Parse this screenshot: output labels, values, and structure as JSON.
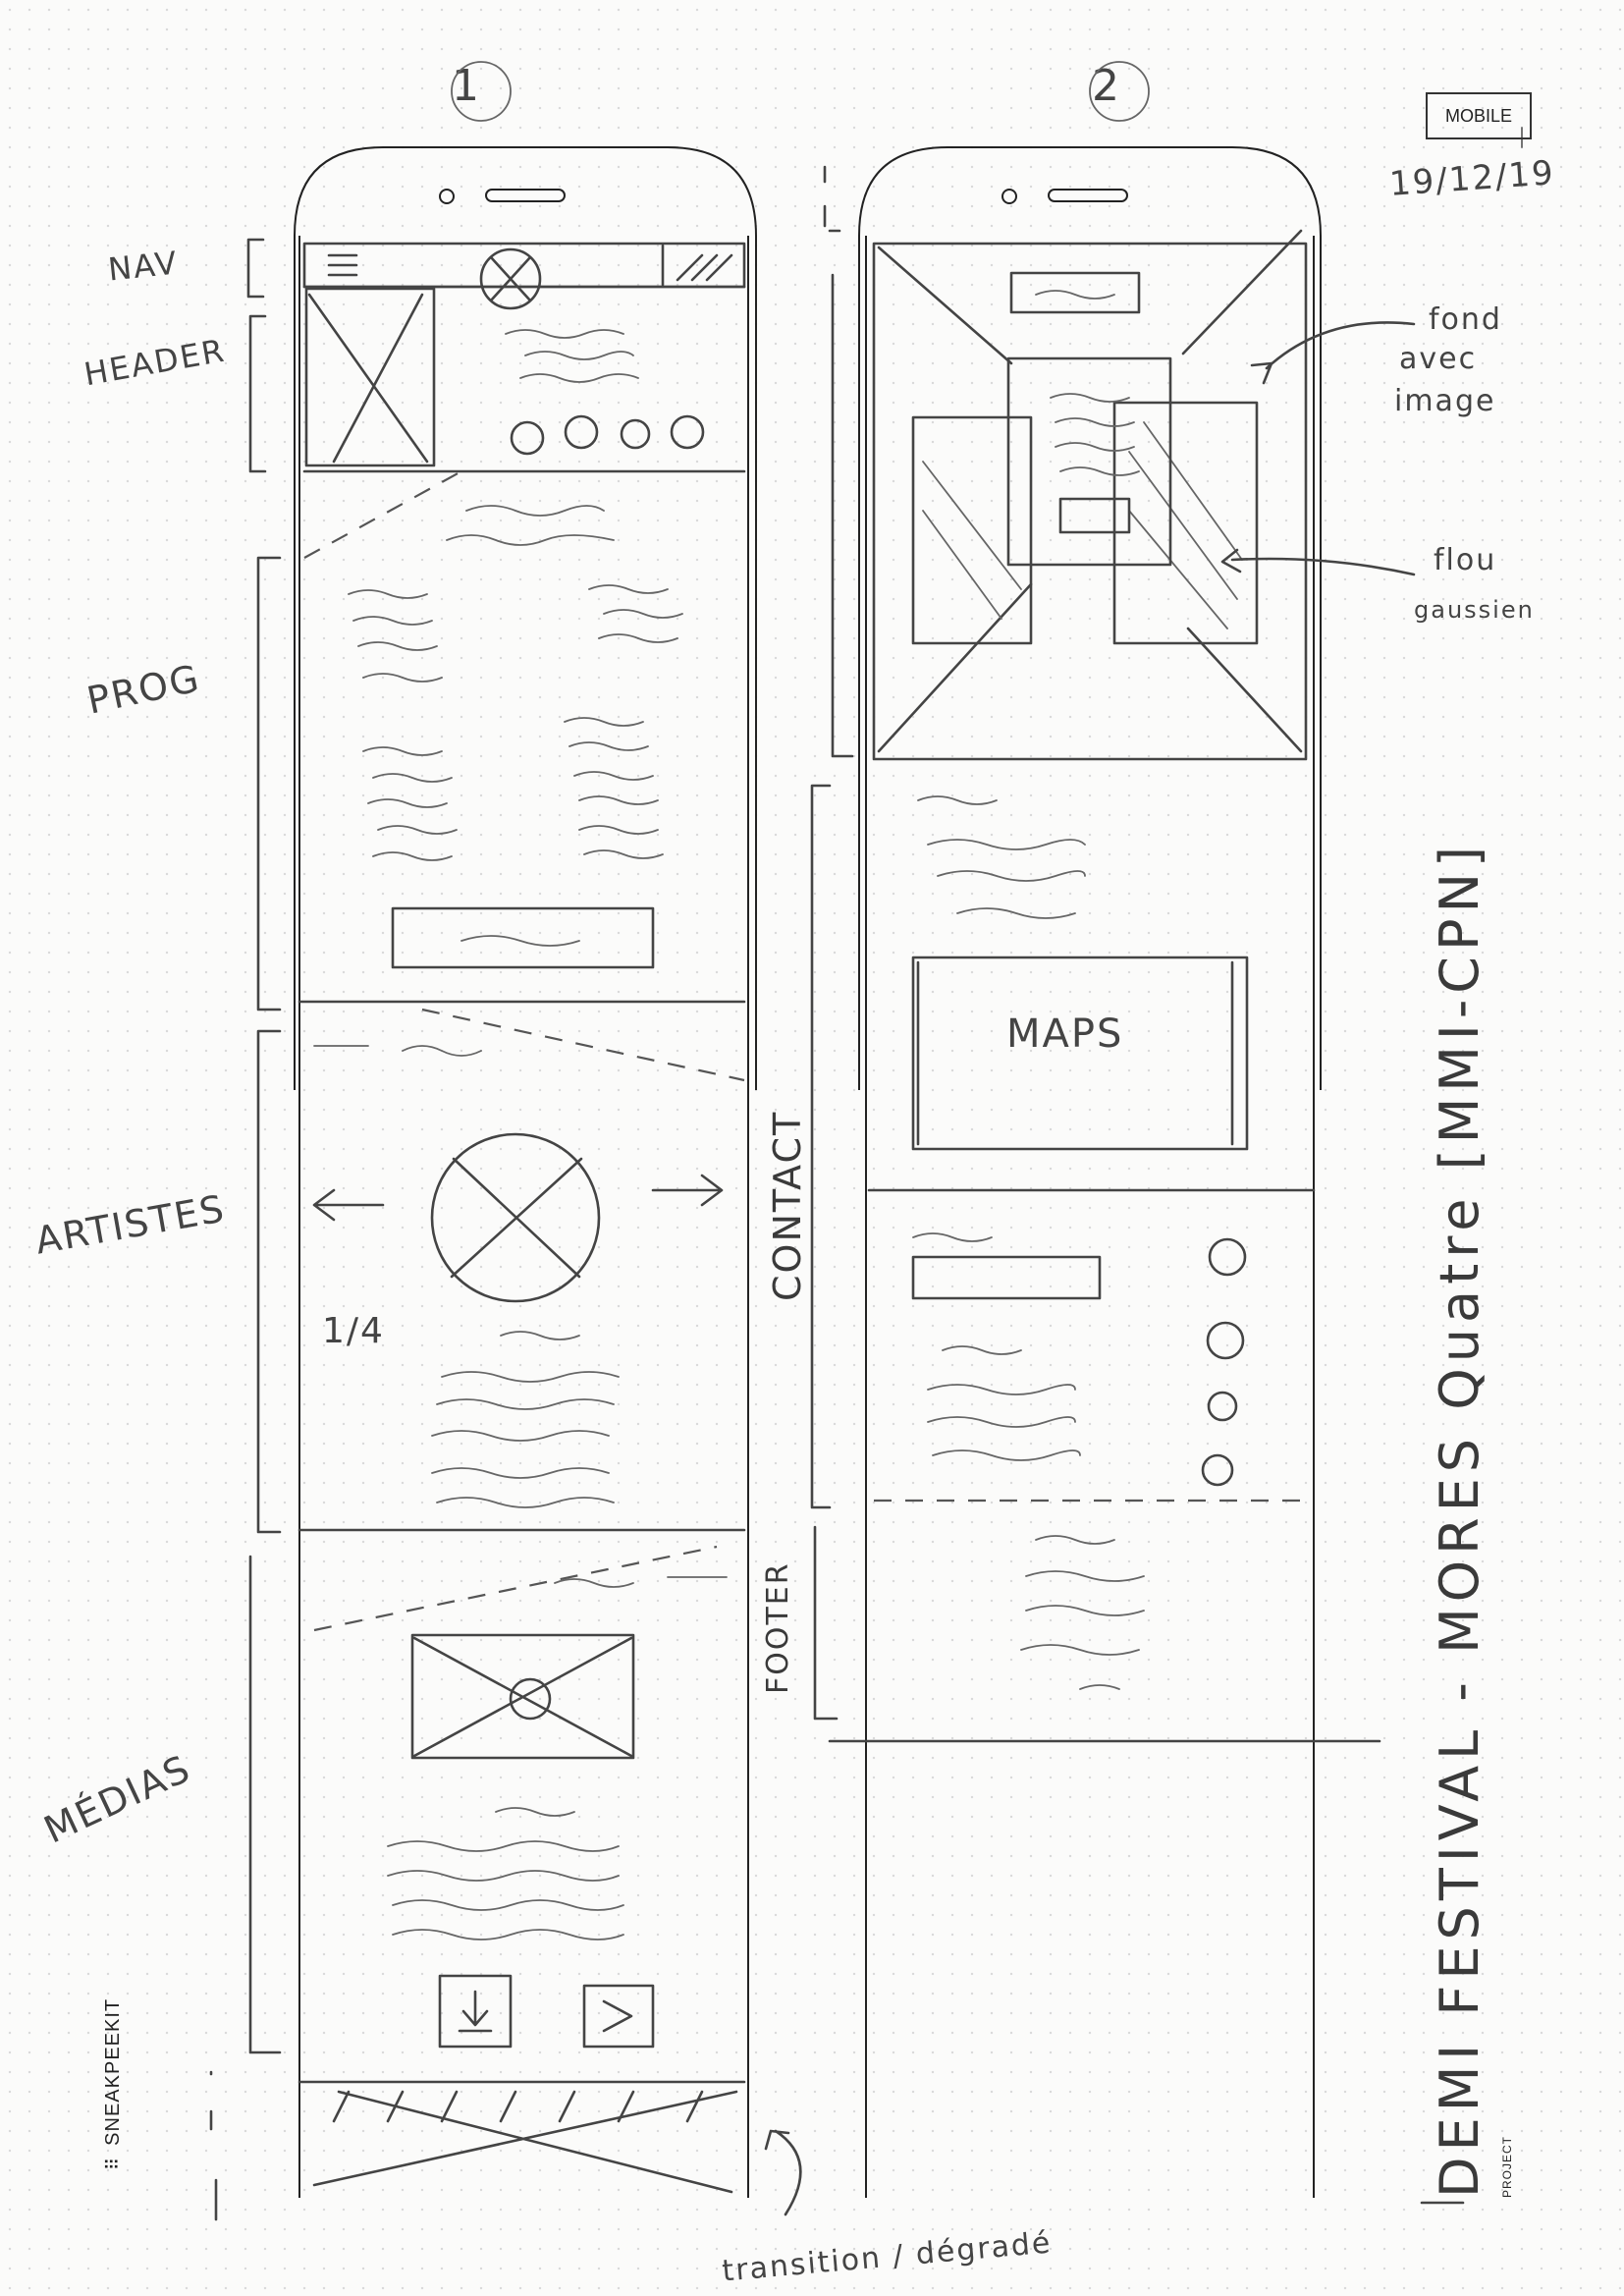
{
  "phones": [
    "1",
    "2"
  ],
  "tag": "MOBILE",
  "date": "19/12/19",
  "sections_left": [
    "NAV",
    "HEADER",
    "PROG",
    "ARTISTES",
    "MÉDIAS"
  ],
  "sections_right": [
    "CONTACT",
    "FOOTER"
  ],
  "artists_counter": "1/4",
  "maps_label": "MAPS",
  "notes": {
    "background": [
      "fond",
      "avec",
      "image"
    ],
    "blur": [
      "flou",
      "gaussien"
    ],
    "transition": "transition / dégradé"
  },
  "brand": "SNEAKPEEKIT",
  "project_label": "PROJECT",
  "project_title": "DEMI FESTIVAL - MORES Quatre [MMI-CPN]",
  "social_icons": [
    "f",
    "t",
    "ig",
    "yt"
  ]
}
